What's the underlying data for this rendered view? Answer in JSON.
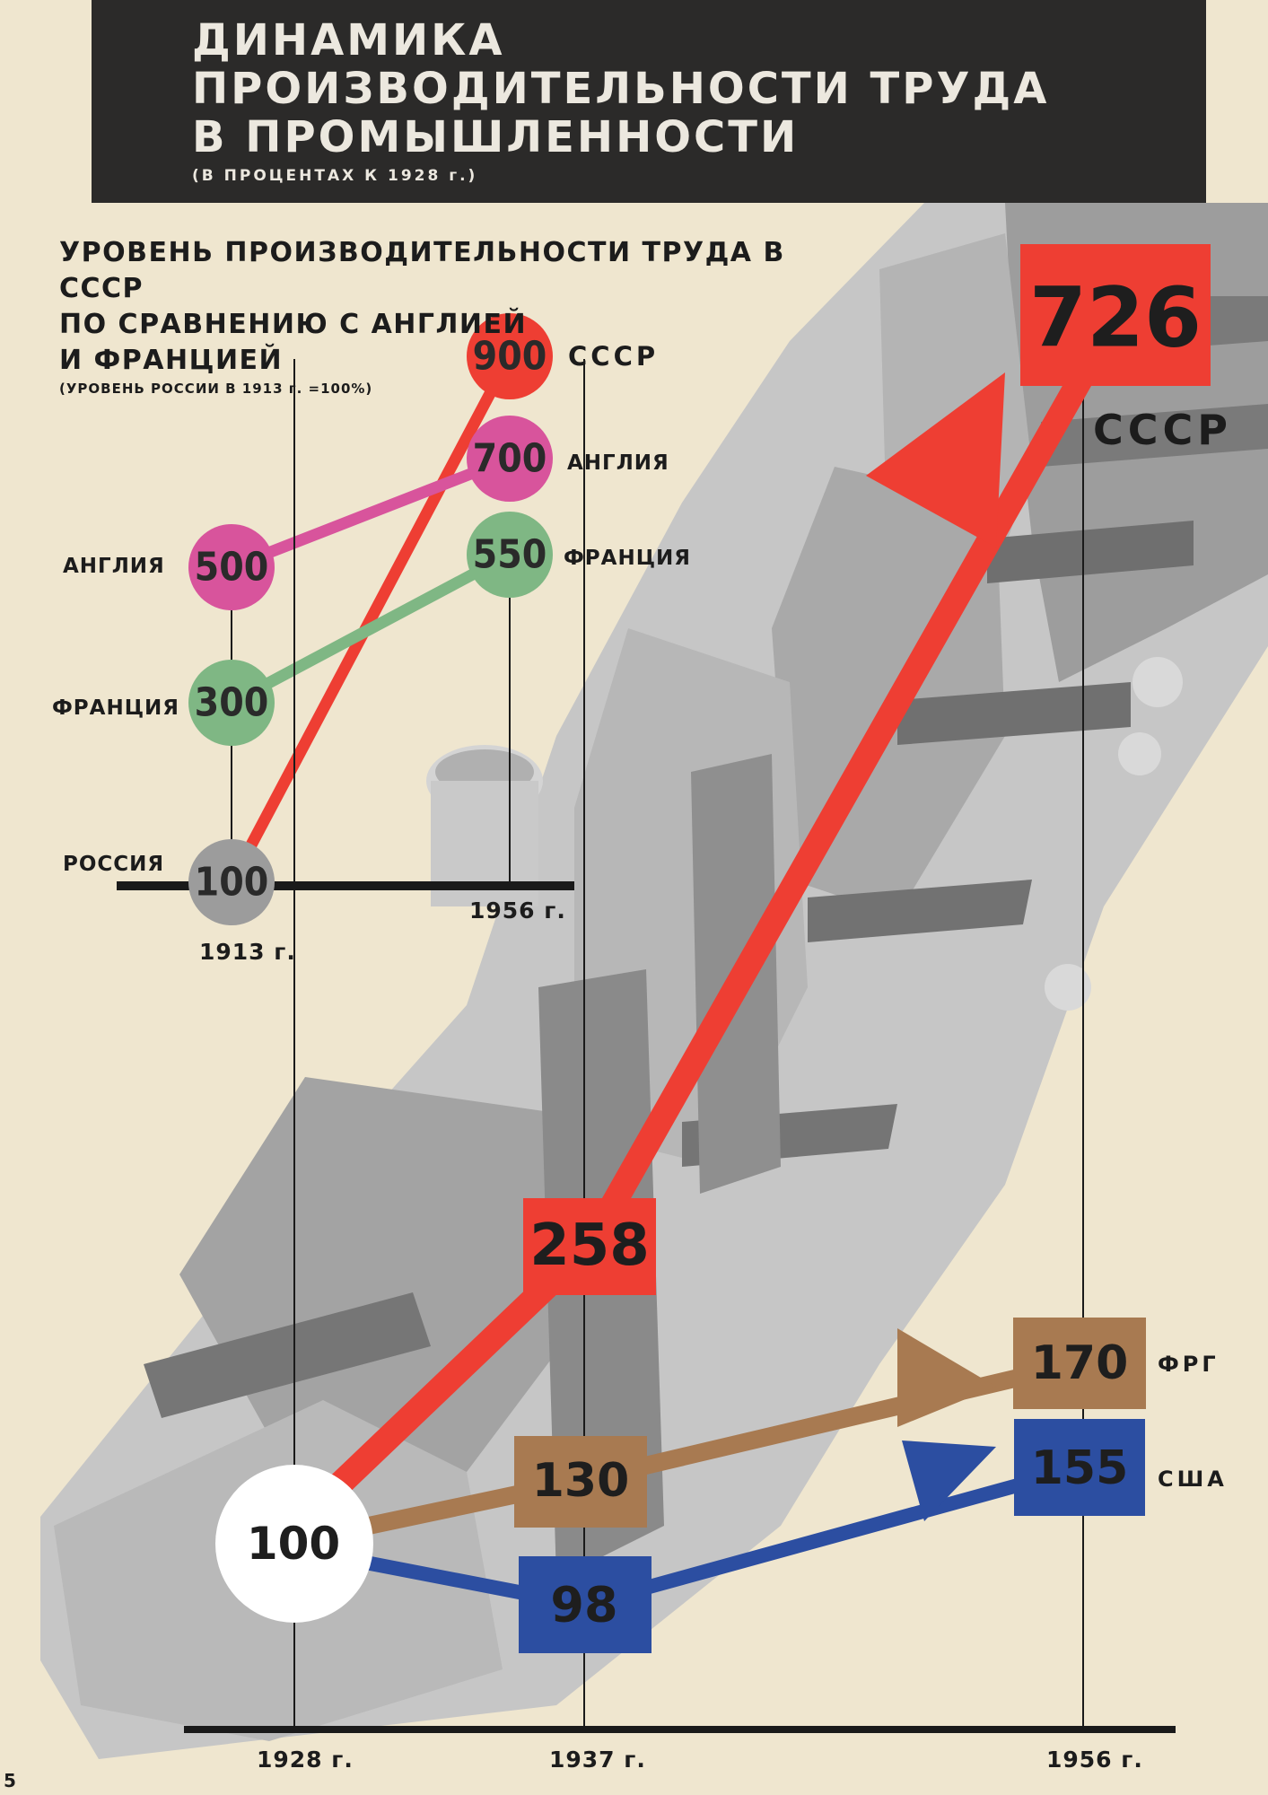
{
  "header": {
    "title_lines": [
      "ДИНАМИКА",
      "ПРОИЗВОДИТЕЛЬНОСТИ ТРУДА",
      "В ПРОМЫШЛЕННОСТИ"
    ],
    "subtitle": "(В ПРОЦЕНТАХ К 1928 г.)"
  },
  "inset": {
    "title_lines": [
      "УРОВЕНЬ ПРОИЗВОДИТЕЛЬНОСТИ ТРУДА В СССР",
      "ПО СРАВНЕНИЮ С АНГЛИЕЙ",
      "И ФРАНЦИЕЙ"
    ],
    "note": "(УРОВЕНЬ РОССИИ В 1913 г. =100%)"
  },
  "page_number": "5",
  "colors": {
    "background": "#efe6cf",
    "band": "#2b2a29",
    "ussr": "#ee3e33",
    "england": "#d8549c",
    "france": "#7fb784",
    "russia": "#9c9c9c",
    "frg": "#a87a51",
    "usa": "#2c4ea1",
    "machine_light": "#c3c3c3",
    "machine_mid": "#a3a3a3",
    "machine_dark": "#6e6e6e"
  },
  "chart_data": [
    {
      "type": "line",
      "x": [
        "1913 г.",
        "1956 г."
      ],
      "start_label": "РОССИЯ",
      "start_value": 100,
      "series": [
        {
          "name": "СССР",
          "values": [
            100,
            900
          ],
          "color_key": "ussr"
        },
        {
          "name": "АНГЛИЯ",
          "values": [
            500,
            700
          ],
          "color_key": "england"
        },
        {
          "name": "ФРАНЦИЯ",
          "values": [
            300,
            550
          ],
          "color_key": "france"
        }
      ],
      "start_value_labels": {
        "АНГЛИЯ": "500",
        "ФРАНЦИЯ": "300",
        "РОССИЯ": "100"
      },
      "end_value_labels": {
        "СССР": "900",
        "АНГЛИЯ": "700",
        "ФРАНЦИЯ": "550"
      }
    },
    {
      "type": "line",
      "x": [
        "1928 г.",
        "1937 г.",
        "1956 г."
      ],
      "origin_value": 100,
      "series": [
        {
          "name": "СССР",
          "values": [
            100,
            258,
            726
          ],
          "color_key": "ussr"
        },
        {
          "name": "ФРГ",
          "values": [
            100,
            130,
            170
          ],
          "color_key": "frg"
        },
        {
          "name": "США",
          "values": [
            100,
            98,
            155
          ],
          "color_key": "usa"
        }
      ],
      "origin_label": "100",
      "value_labels": {
        "СССР": [
          "258",
          "726"
        ],
        "ФРГ": [
          "130",
          "170"
        ],
        "США": [
          "98",
          "155"
        ]
      }
    }
  ]
}
